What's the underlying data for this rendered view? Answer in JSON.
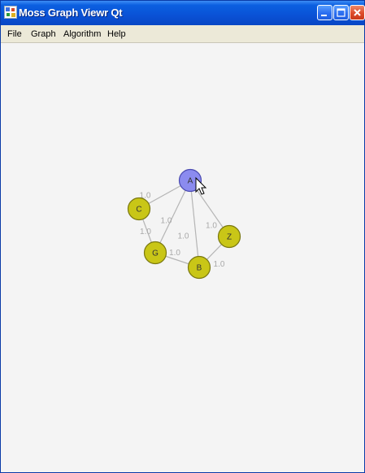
{
  "window": {
    "title": "Moss Graph Viewr Qt"
  },
  "menu": {
    "file": "File",
    "graph": "Graph",
    "algorithm": "Algorithm",
    "help": "Help"
  },
  "graph": {
    "colors": {
      "selected_node": "#8b8bef",
      "node": "#c9c617",
      "edge": "#b5b5b5",
      "edge_label": "#a9a9a9"
    },
    "nodes": [
      {
        "id": "A",
        "label": "A",
        "selected": true
      },
      {
        "id": "C",
        "label": "C",
        "selected": false
      },
      {
        "id": "G",
        "label": "G",
        "selected": false
      },
      {
        "id": "B",
        "label": "B",
        "selected": false
      },
      {
        "id": "Z",
        "label": "Z",
        "selected": false
      }
    ],
    "edges": [
      {
        "from": "A",
        "to": "C",
        "weight": "1.0"
      },
      {
        "from": "A",
        "to": "G",
        "weight": "1.0"
      },
      {
        "from": "A",
        "to": "B",
        "weight": "1.0"
      },
      {
        "from": "A",
        "to": "Z",
        "weight": "1.0"
      },
      {
        "from": "C",
        "to": "G",
        "weight": "1.0"
      },
      {
        "from": "G",
        "to": "B",
        "weight": "1.0"
      },
      {
        "from": "B",
        "to": "Z",
        "weight": "1.0"
      }
    ]
  }
}
